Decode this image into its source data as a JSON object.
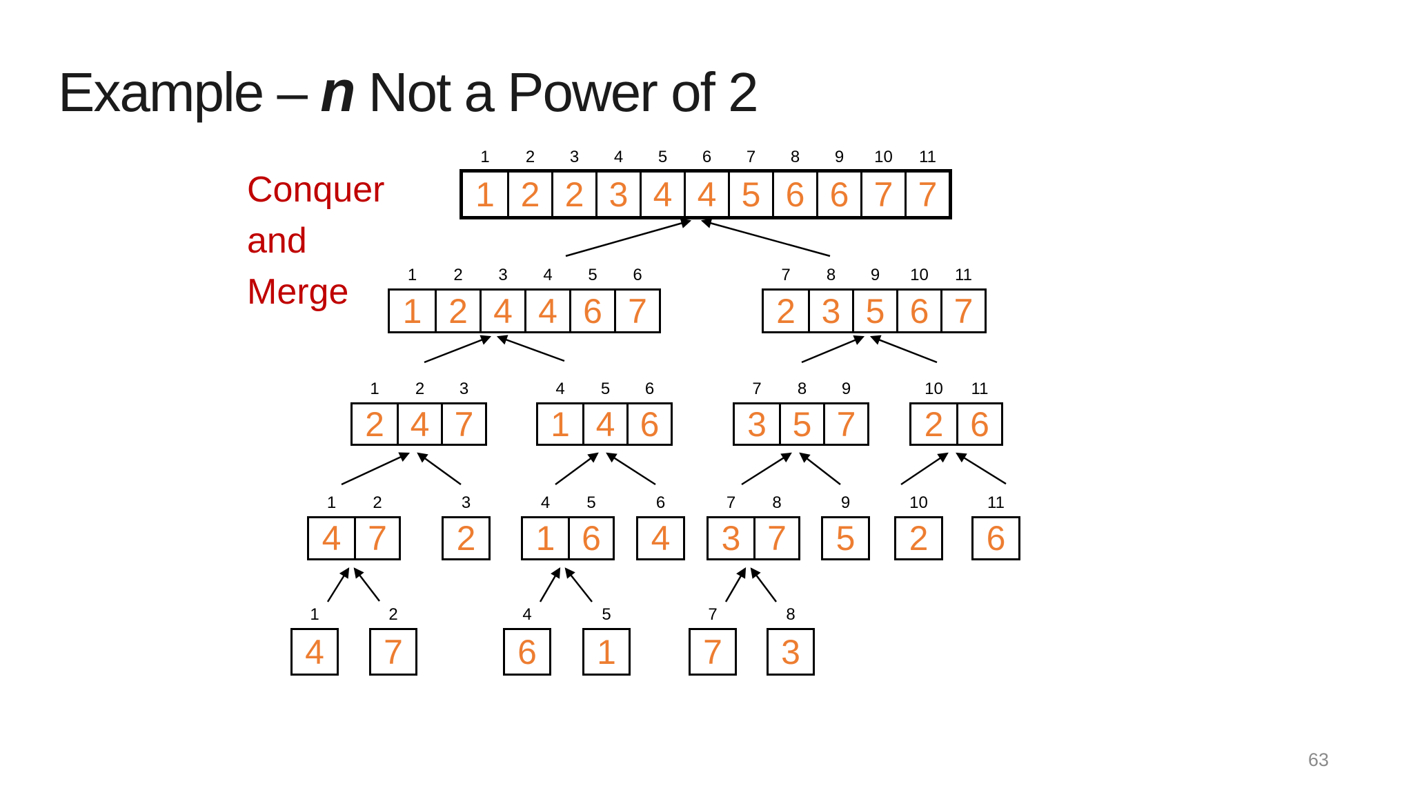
{
  "slide": {
    "title": {
      "prefix": "Example – ",
      "emph": "n",
      "suffix": " Not a Power of 2"
    },
    "annotation": {
      "lines": [
        "Conquer",
        "and",
        "Merge"
      ]
    },
    "page_number": "63"
  },
  "colors": {
    "background": "#FFFFFF",
    "title_text": "#1B1B1B",
    "annotation_text": "#C00000",
    "value_text": "#ED7D31",
    "index_text": "#000000",
    "box_border": "#000000",
    "arrow": "#000000",
    "page_number_text": "#8A8A8A"
  },
  "diagram": {
    "description": "Merge sort conquer-and-merge tree, n = 11 elements",
    "levels": [
      {
        "name": "level-1-merged-full",
        "arrays": [
          {
            "start_index": 1,
            "values": [
              1,
              2,
              2,
              3,
              4,
              4,
              5,
              6,
              6,
              7,
              7
            ],
            "thick_border": true
          }
        ]
      },
      {
        "name": "level-2-halves",
        "arrays": [
          {
            "start_index": 1,
            "values": [
              1,
              2,
              4,
              4,
              6,
              7
            ]
          },
          {
            "start_index": 7,
            "values": [
              2,
              3,
              5,
              6,
              7
            ]
          }
        ]
      },
      {
        "name": "level-3-quarters",
        "arrays": [
          {
            "start_index": 1,
            "values": [
              2,
              4,
              7
            ]
          },
          {
            "start_index": 4,
            "values": [
              1,
              4,
              6
            ]
          },
          {
            "start_index": 7,
            "values": [
              3,
              5,
              7
            ]
          },
          {
            "start_index": 10,
            "values": [
              2,
              6
            ]
          }
        ]
      },
      {
        "name": "level-4-pairs-and-singles",
        "arrays": [
          {
            "start_index": 1,
            "values": [
              4,
              7
            ]
          },
          {
            "start_index": 3,
            "values": [
              2
            ]
          },
          {
            "start_index": 4,
            "values": [
              1,
              6
            ]
          },
          {
            "start_index": 6,
            "values": [
              4
            ]
          },
          {
            "start_index": 7,
            "values": [
              3,
              7
            ]
          },
          {
            "start_index": 9,
            "values": [
              5
            ]
          },
          {
            "start_index": 10,
            "values": [
              2
            ]
          },
          {
            "start_index": 11,
            "values": [
              6
            ]
          }
        ]
      },
      {
        "name": "level-5-singles",
        "arrays": [
          {
            "start_index": 1,
            "values": [
              4
            ]
          },
          {
            "start_index": 2,
            "values": [
              7
            ]
          },
          {
            "start_index": 4,
            "values": [
              6
            ]
          },
          {
            "start_index": 5,
            "values": [
              1
            ]
          },
          {
            "start_index": 7,
            "values": [
              7
            ]
          },
          {
            "start_index": 8,
            "values": [
              3
            ]
          }
        ]
      }
    ]
  }
}
